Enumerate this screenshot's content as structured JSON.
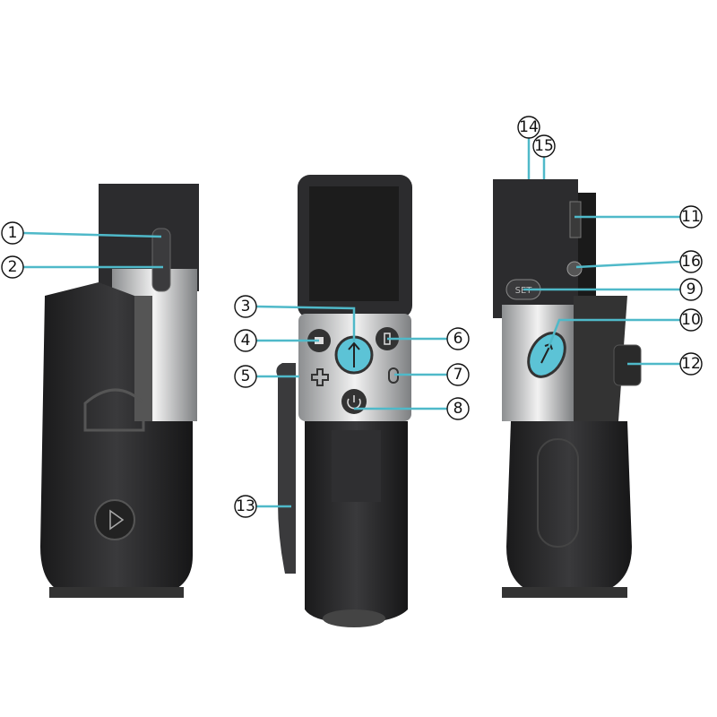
{
  "colors": {
    "leader": "#4fb9c9",
    "accent": "#5cc3d6",
    "body": "#2a2a2c",
    "metal": "#c9cbcd"
  },
  "device_text": {
    "set_button": "SET"
  },
  "callouts": [
    "1",
    "2",
    "3",
    "4",
    "5",
    "6",
    "7",
    "8",
    "9",
    "10",
    "11",
    "12",
    "13",
    "14",
    "15",
    "16"
  ]
}
